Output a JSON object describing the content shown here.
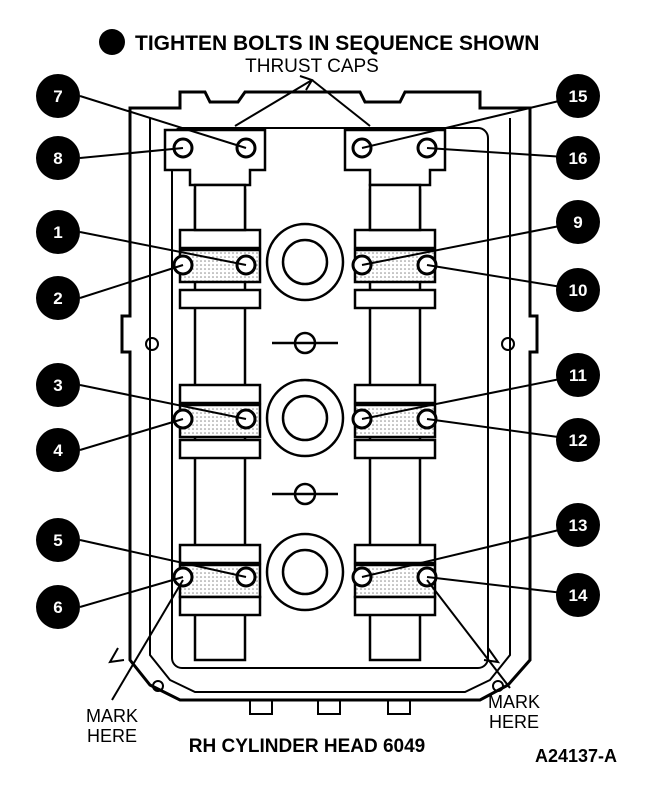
{
  "header": {
    "bullet_icon": "filled-circle",
    "title": "TIGHTEN BOLTS IN SEQUENCE SHOWN"
  },
  "thrust_caps_label": "THRUST CAPS",
  "mark_here_left": [
    "MARK",
    "HERE"
  ],
  "mark_here_right": [
    "MARK",
    "HERE"
  ],
  "caption": "RH CYLINDER HEAD 6049",
  "figure_id": "A24137-A",
  "callouts": [
    "1",
    "2",
    "3",
    "4",
    "5",
    "6",
    "7",
    "8",
    "9",
    "10",
    "11",
    "12",
    "13",
    "14",
    "15",
    "16"
  ],
  "colors": {
    "ink": "#000000",
    "paper": "#ffffff",
    "shading": "#c8c8c8"
  }
}
